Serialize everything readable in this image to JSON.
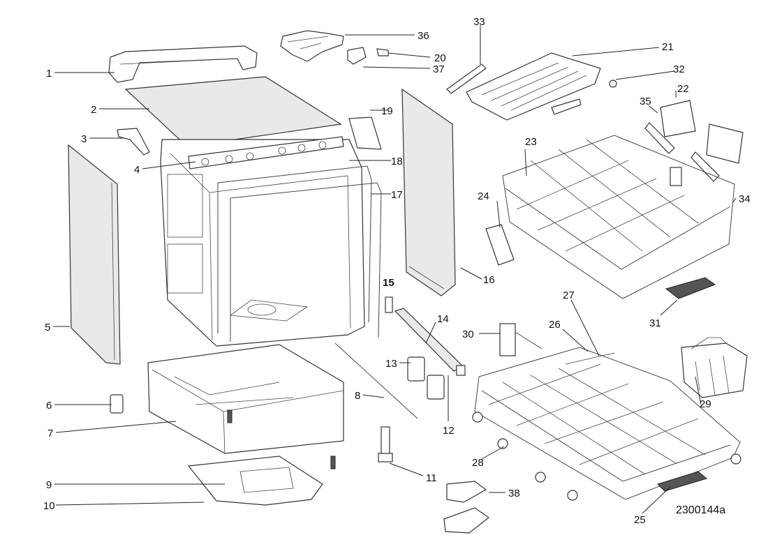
{
  "diagram": {
    "drawing_code": "2300144a",
    "callouts": {
      "c1": "1",
      "c2": "2",
      "c3": "3",
      "c4": "4",
      "c5": "5",
      "c6": "6",
      "c7": "7",
      "c8": "8",
      "c9": "9",
      "c10": "10",
      "c11": "11",
      "c12": "12",
      "c13": "13",
      "c14": "14",
      "c15": "15",
      "c16": "16",
      "c17": "17",
      "c18": "18",
      "c19": "19",
      "c20": "20",
      "c21": "21",
      "c22": "22",
      "c23": "23",
      "c24": "24",
      "c25": "25",
      "c26": "26",
      "c27": "27",
      "c28": "28",
      "c29": "29",
      "c30": "30",
      "c31": "31",
      "c32": "32",
      "c33": "33",
      "c34": "34",
      "c35": "35",
      "c36": "36",
      "c37": "37",
      "c38": "38"
    }
  }
}
